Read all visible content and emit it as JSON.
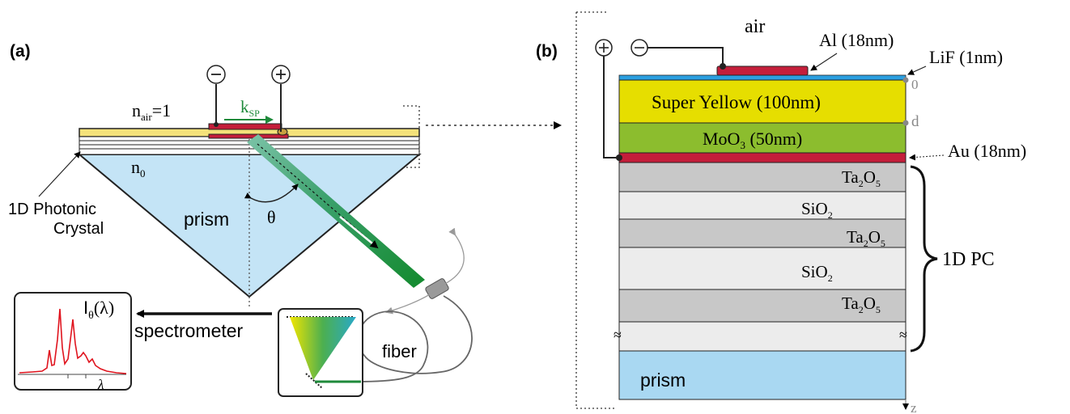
{
  "panel_a": {
    "label": "(a)",
    "n_air": "n",
    "n_air_sub": "air",
    "n_air_val": "=1",
    "n_0": "n",
    "n_0_sub": "0",
    "k_sp": "k",
    "k_sp_sub": "SP",
    "crystal_line1": "1D Photonic",
    "crystal_line2": "Crystal",
    "prism": "prism",
    "theta": "θ",
    "minus": "⊖",
    "plus": "⊕",
    "intensity_I": "I",
    "intensity_sub": "θ",
    "intensity_arg": "(λ)",
    "lambda": "λ",
    "spectrometer": "spectrometer",
    "fiber": "fiber"
  },
  "panel_b": {
    "label": "(b)",
    "air": "air",
    "al": "Al (18nm)",
    "lif": "LiF (1nm)",
    "super_yellow": "Super Yellow (100nm)",
    "moo3_a": "MoO",
    "moo3_sub": "3",
    "moo3_b": " (50nm)",
    "au": "Au (18nm)",
    "tick_0": "0",
    "tick_d": "d",
    "z": "z",
    "pc_label": "1D PC",
    "prism": "prism",
    "ta": "Ta",
    "ta_sub": "2",
    "o": "O",
    "o_sub": "5",
    "si": "SiO",
    "si_sub": "2",
    "plus": "⊕",
    "minus": "⊖"
  },
  "colors": {
    "yellow_film": "#f4e27a",
    "super_yellow": "#e6de00",
    "moo3": "#8cbd2e",
    "au": "#c41e3a",
    "lif": "#2b9fe0",
    "ta2o5": "#c8c8c8",
    "sio2": "#ececec",
    "prism": "#a9d8f2",
    "beam": "#1e8a3a",
    "spectrum": "#e0141e"
  }
}
